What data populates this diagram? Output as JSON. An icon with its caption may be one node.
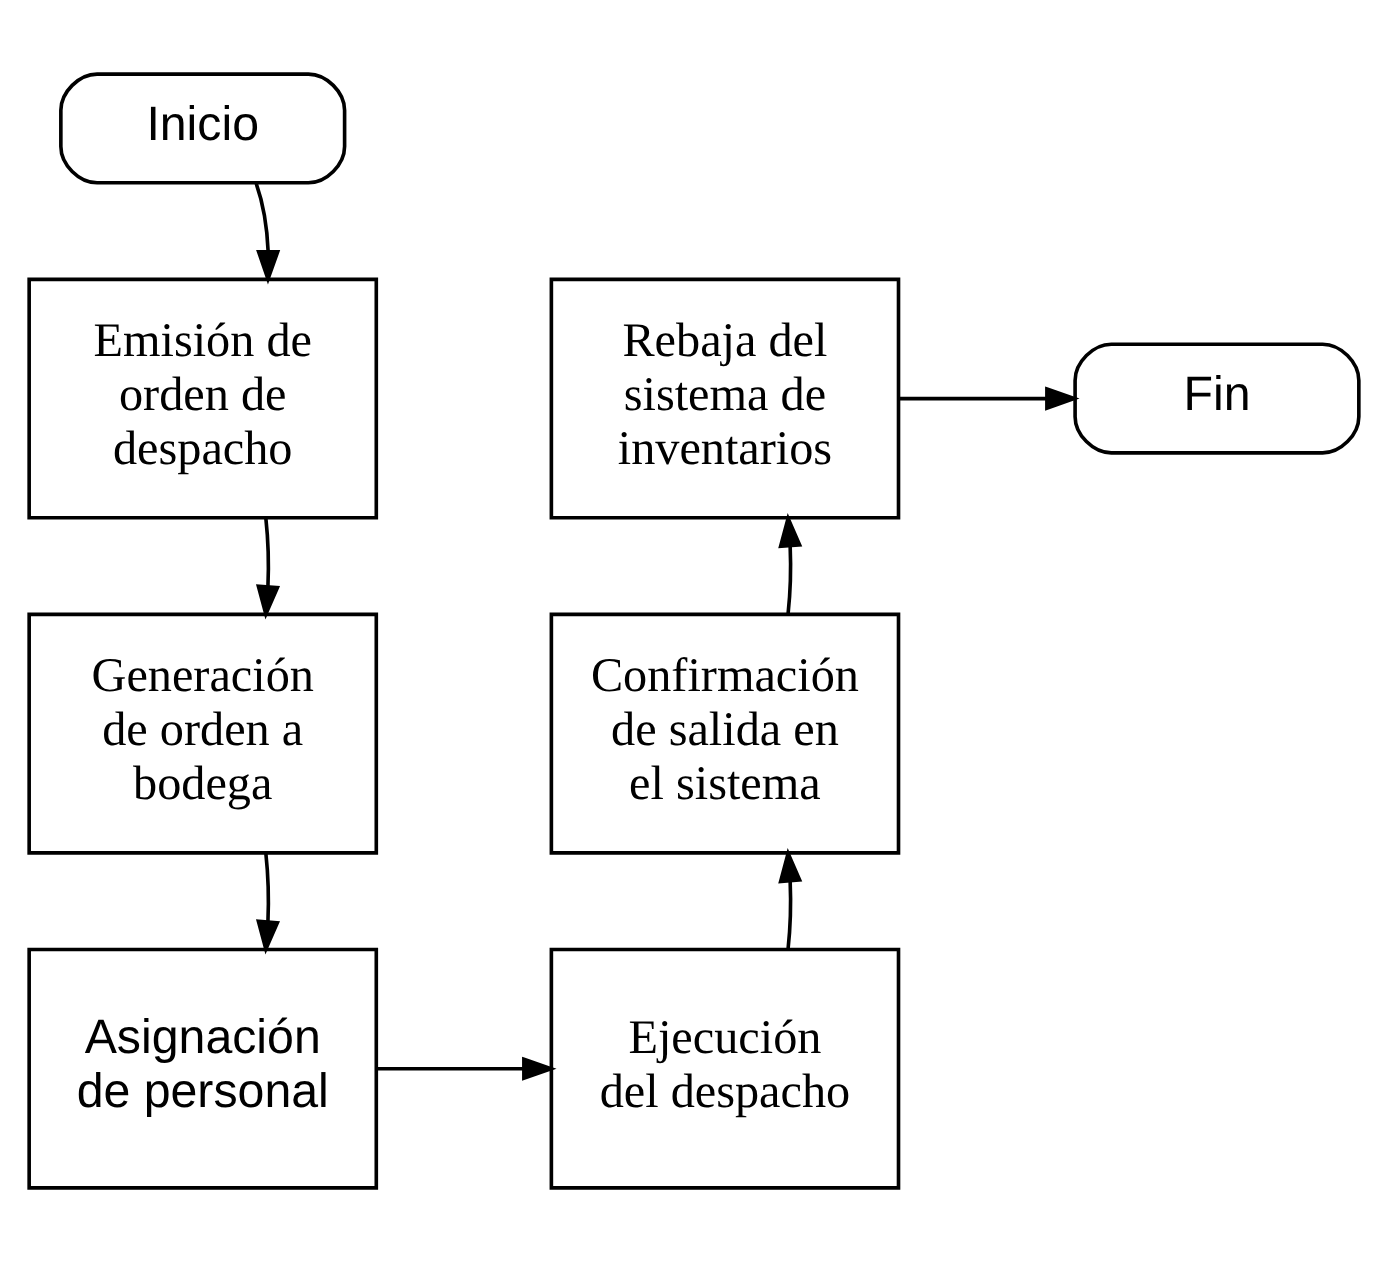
{
  "diagram": {
    "nodes": [
      {
        "text": [
          "Inicio"
        ]
      },
      {
        "text": [
          "Emisión de orden de despacho"
        ]
      },
      {
        "text": [
          "Generación de orden a bodega"
        ]
      },
      {
        "text": [
          "Asignación de personal"
        ]
      },
      {
        "text": [
          "Ejecución del despacho"
        ]
      },
      {
        "text": [
          "Confirmación de salida en el sistema"
        ]
      },
      {
        "text": [
          "Rebaja del sistema de inventarios"
        ]
      },
      {
        "text": [
          "Fin"
        ]
      }
    ],
    "edges": [
      {
        "from": 0,
        "to": 1,
        "arrow": "to"
      },
      {
        "from": 1,
        "to": 2,
        "arrow": "to"
      },
      {
        "from": 2,
        "to": 3,
        "arrow": "to"
      },
      {
        "from": 3,
        "to": 4,
        "arrow": "to"
      },
      {
        "from": 4,
        "to": 5,
        "arrow": "to"
      },
      {
        "from": 5,
        "to": 6,
        "arrow": "to"
      },
      {
        "from": 6,
        "to": 7,
        "arrow": "to"
      }
    ]
  }
}
